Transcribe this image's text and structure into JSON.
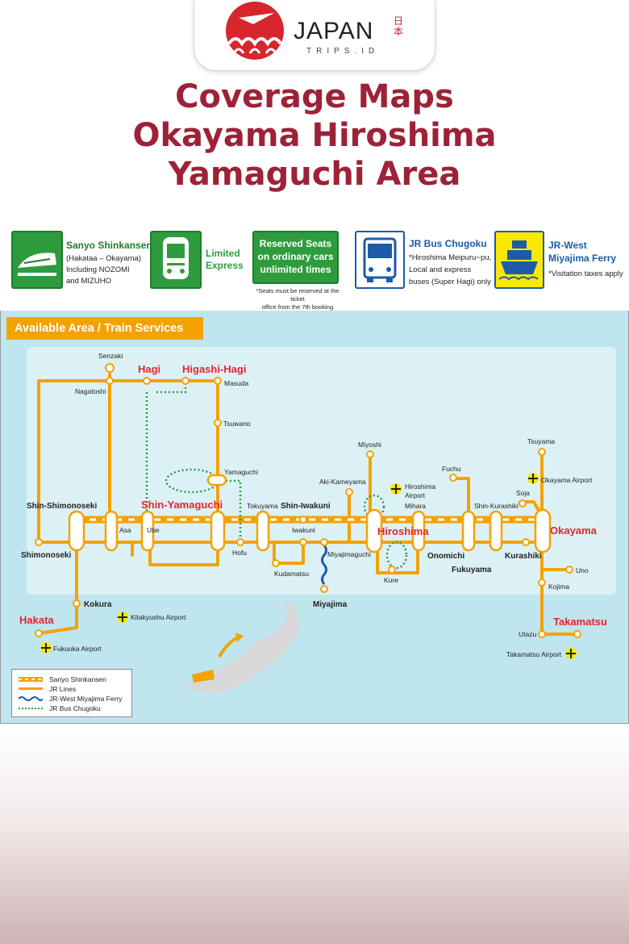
{
  "brand": {
    "name": "JAPAN",
    "sub": "TRIPS.ID",
    "kanji": "日本"
  },
  "title": {
    "line1": "Coverage Maps",
    "line2": "Okayama Hiroshima",
    "line3": "Yamaguchi Area"
  },
  "legend": {
    "shinkansen": {
      "title": "Sanyo Shinkansen",
      "l1": "(Hakataa – Okayama)",
      "l2": "Including NOZOMI",
      "l3": "and MIZUHO"
    },
    "limited": {
      "l1": "Limited",
      "l2": "Express"
    },
    "reserved": {
      "l1": "Reserved Seats",
      "l2": "on ordinary cars",
      "l3": "unlimited times",
      "note1": "*Seats must be reserved at the ticket",
      "note2": "office from the 7th booking"
    },
    "bus": {
      "title": "JR Bus Chugoku",
      "l1": "*Hiroshima Meipuru~pu,",
      "l2": "Local and express",
      "l3": "buses (Super Hagi) only"
    },
    "ferry": {
      "l1": "JR-West",
      "l2": "Miyajima Ferry",
      "l3": "*Visitation taxes apply"
    }
  },
  "section": "Available Area / Train Services",
  "stations": {
    "senzaki": "Senzaki",
    "nagatoshi": "Nagatoshi",
    "hagi": "Hagi",
    "higashihagi": "Higashi-Hagi",
    "masuda": "Masuda",
    "tsuwano": "Tsuwano",
    "yamaguchi": "Yamaguchi",
    "shinyamaguchi": "Shin-Yamaguchi",
    "shinshimonoseki": "Shin-Shimonoseki",
    "shimonoseki": "Shimonoseki",
    "asa": "Asa",
    "ube": "Ube",
    "hofu": "Hofu",
    "tokuyama": "Tokuyama",
    "kudamatsu": "Kudamatsu",
    "shiniwakuni": "Shin-Iwakuni",
    "iwakuni": "Iwakuni",
    "miyajimaguchi": "Miyajimaguchi",
    "miyajima": "Miyajima",
    "akikameyama": "Aki-Kameyama",
    "miyoshi": "Miyoshi",
    "hiroshimaairport1": "Hiroshima",
    "hiroshimaairport2": "Airport",
    "mihara": "Mihara",
    "hiroshima": "Hiroshima",
    "kure": "Kure",
    "onomichi": "Onomichi",
    "fukuyama": "Fukuyama",
    "fuchu": "Fuchu",
    "shinkurashiki": "Shin-Kurashiki",
    "kurashiki": "Kurashiki",
    "soja": "Soja",
    "tsuyama": "Tsuyama",
    "okayamaairport": "Okayama Airport",
    "okayama": "Okayama",
    "uno": "Uno",
    "kojima": "Kojima",
    "utazu": "Utazu",
    "takamatsu": "Takamatsu",
    "takamatsuairport": "Takamatsu Airport",
    "kokura": "Kokura",
    "kitakyushuairport": "Kitakyushu Airport",
    "hakata": "Hakata",
    "fukuokaairport": "Fukuoka Airport"
  },
  "bottom_legend": {
    "shinkansen": "Sanyo Shinkansen",
    "jr": "JR Lines",
    "ferry": "JR-West Miyajima Ferry",
    "bus": "JR Bus Chugoku"
  },
  "colors": {
    "title": "#9d2237",
    "jr_line": "#f4a200",
    "bus": "#2e9c3e",
    "ferry": "#1d5ba8",
    "highlight": "#e3262d"
  }
}
